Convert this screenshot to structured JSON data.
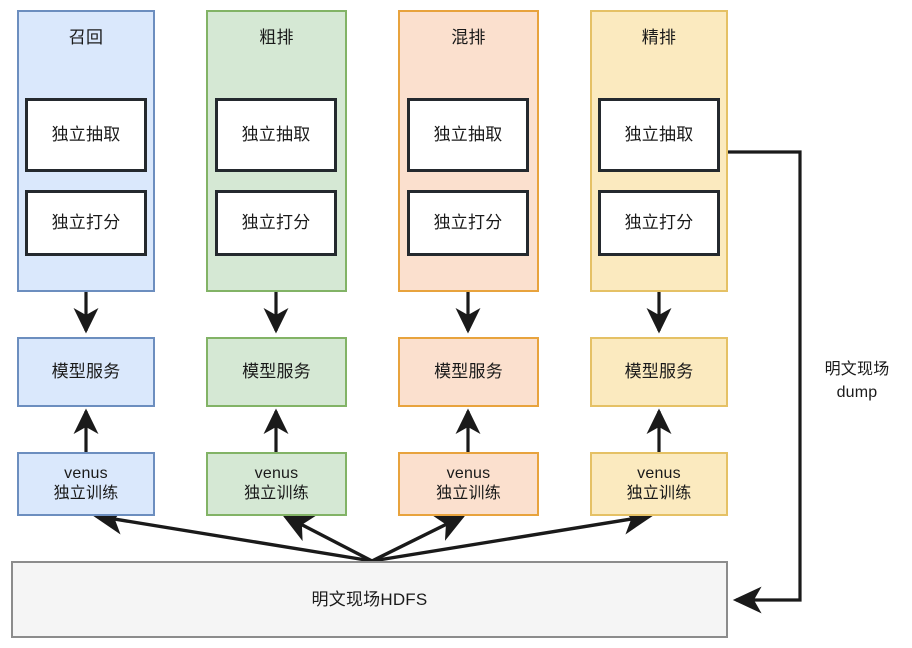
{
  "diagram": {
    "title_text_present": false,
    "columns": [
      {
        "id": "recall",
        "title": "召回",
        "fill": "#dae8fc",
        "stroke": "#6c8ebf",
        "boxes": [
          "独立抽取",
          "独立打分"
        ],
        "service": "模型服务",
        "venus_line1": "venus",
        "venus_line2": "独立训练"
      },
      {
        "id": "coarse-rank",
        "title": "粗排",
        "fill": "#d5e8d4",
        "stroke": "#82b366",
        "boxes": [
          "独立抽取",
          "独立打分"
        ],
        "service": "模型服务",
        "venus_line1": "venus",
        "venus_line2": "独立训练"
      },
      {
        "id": "mixed-rank",
        "title": "混排",
        "fill": "#fbe0ce",
        "stroke": "#e8a33d",
        "boxes": [
          "独立抽取",
          "独立打分"
        ],
        "service": "模型服务",
        "venus_line1": "venus",
        "venus_line2": "独立训练"
      },
      {
        "id": "fine-rank",
        "title": "精排",
        "fill": "#fbeabf",
        "stroke": "#e5c165",
        "boxes": [
          "独立抽取",
          "独立打分"
        ],
        "service": "模型服务",
        "venus_line1": "venus",
        "venus_line2": "独立训练"
      }
    ],
    "storage": {
      "label": "明文现场HDFS",
      "fill": "#f5f5f5",
      "stroke": "#8c8c8c"
    },
    "dump_label": {
      "line1": "明文现场",
      "line2": "dump"
    },
    "edge_color": "#1a1a1a"
  }
}
